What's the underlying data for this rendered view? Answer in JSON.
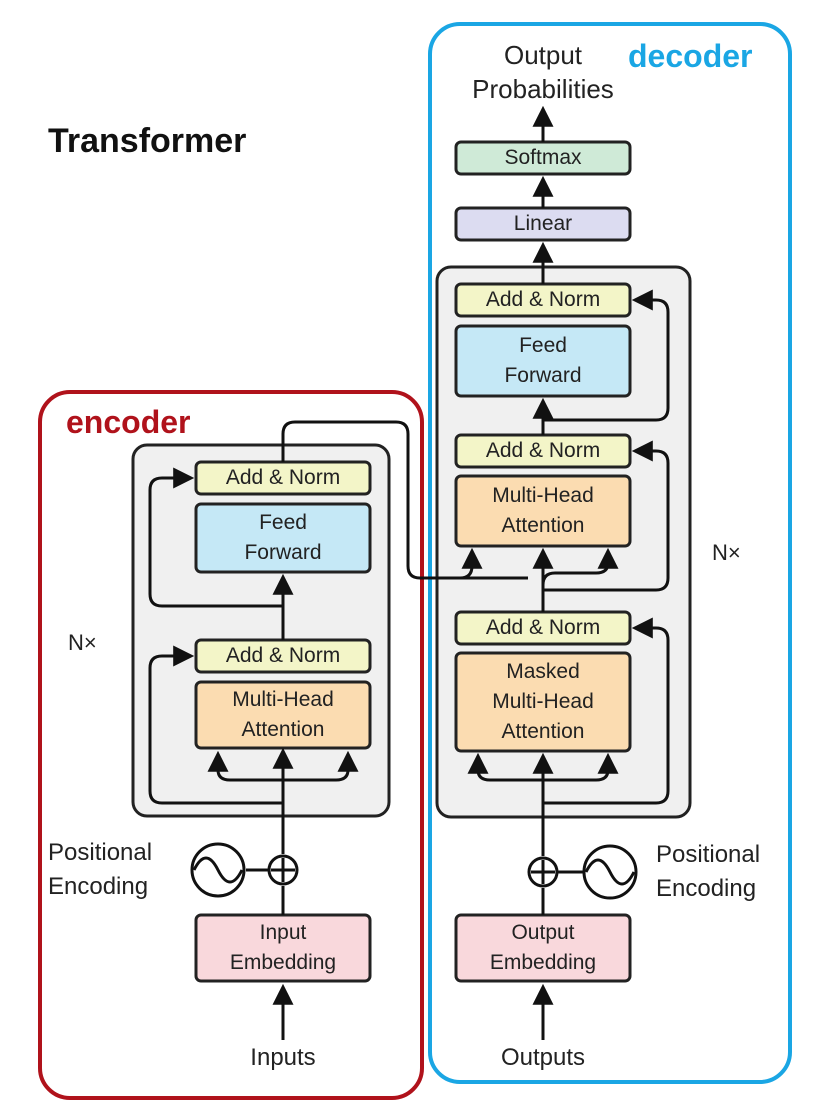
{
  "title": "Transformer",
  "encoder": {
    "label": "encoder",
    "label_color": "#b0121b",
    "add_norm_top": "Add & Norm",
    "feed_forward": "Feed\nForward",
    "add_norm_bottom": "Add & Norm",
    "attention": "Multi-Head\nAttention",
    "repeat": "N×",
    "positional_encoding": "Positional\nEncoding",
    "embedding": "Input\nEmbedding",
    "input_label": "Inputs"
  },
  "decoder": {
    "label": "decoder",
    "label_color": "#1aa6e4",
    "output_probabilities": "Output\nProbabilities",
    "softmax": "Softmax",
    "linear": "Linear",
    "add_norm_top": "Add & Norm",
    "feed_forward": "Feed\nForward",
    "add_norm_mid": "Add & Norm",
    "cross_attention": "Multi-Head\nAttention",
    "add_norm_bottom": "Add & Norm",
    "masked_attention": "Masked\nMulti-Head\nAttention",
    "repeat": "N×",
    "positional_encoding": "Positional\nEncoding",
    "embedding": "Output\nEmbedding",
    "output_label": "Outputs"
  },
  "colors": {
    "add_norm": "#f3f5c8",
    "feed_forward": "#c5e8f6",
    "attention": "#fbdcb1",
    "embedding": "#f9d8dc",
    "softmax": "#cfead7",
    "linear": "#dcdcf1",
    "stack_bg": "#f0f0f0"
  }
}
